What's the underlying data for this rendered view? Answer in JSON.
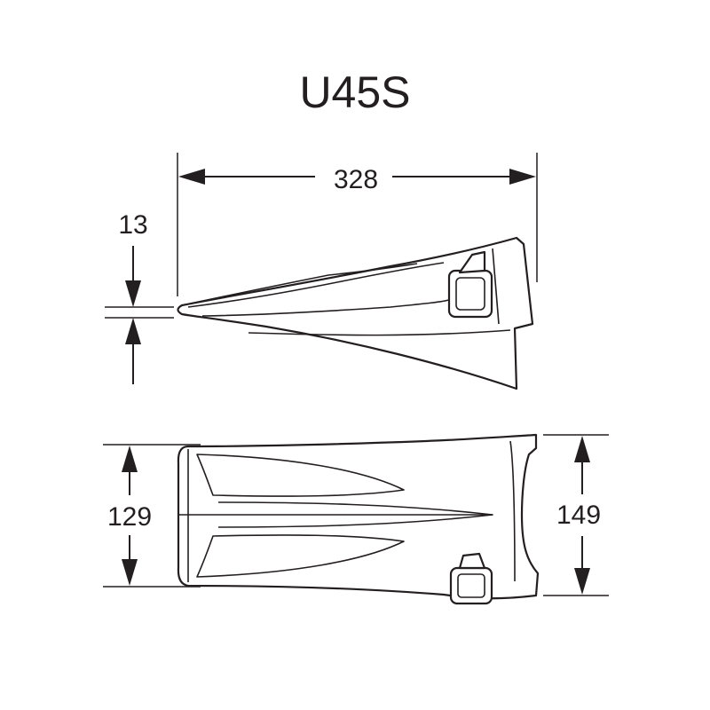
{
  "title": "U45S",
  "dimensions": {
    "length": "328",
    "tip_thickness": "13",
    "width_tip": "129",
    "width_base": "149"
  },
  "colors": {
    "ink": "#231f20",
    "background": "#ffffff"
  }
}
